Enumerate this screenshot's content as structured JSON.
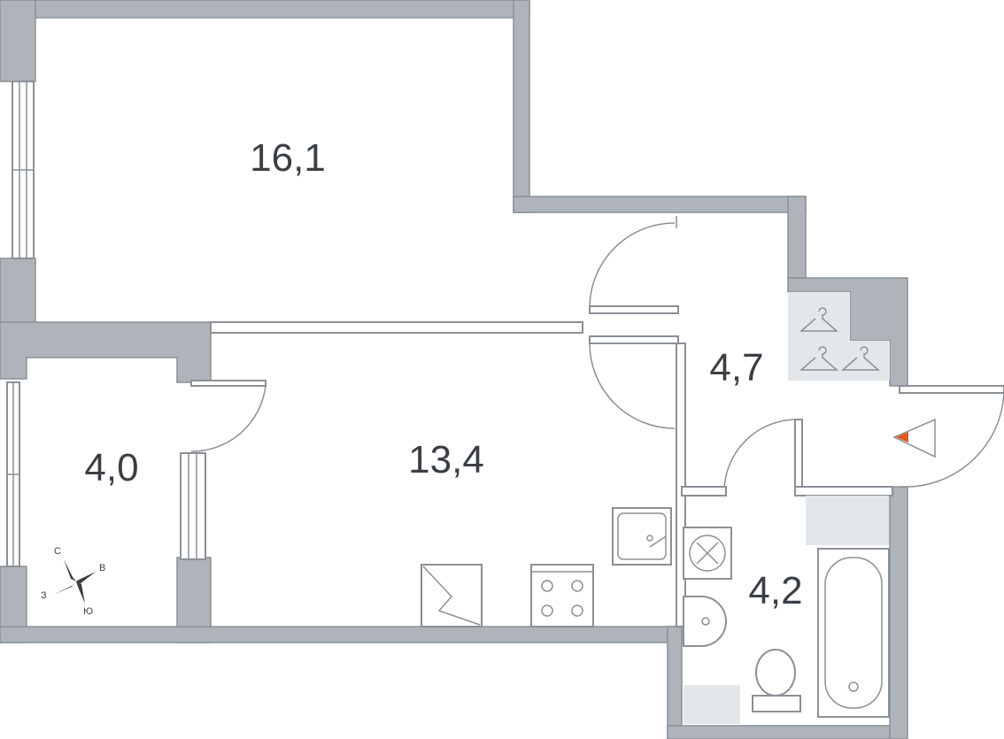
{
  "rooms": {
    "room_living": {
      "area": "16,1"
    },
    "room_kitchen": {
      "area": "13,4"
    },
    "room_hall": {
      "area": "4,7"
    },
    "room_balcony": {
      "area": "4,0"
    },
    "room_bathroom": {
      "area": "4,2"
    }
  },
  "compass": {
    "north": "С",
    "east": "В",
    "south": "Ю",
    "west": "З"
  },
  "colors": {
    "wall": "#aeb4b9",
    "wall_stroke": "#8a9096",
    "text": "#3a3f45",
    "entrance_marker": "#e05a1e"
  }
}
